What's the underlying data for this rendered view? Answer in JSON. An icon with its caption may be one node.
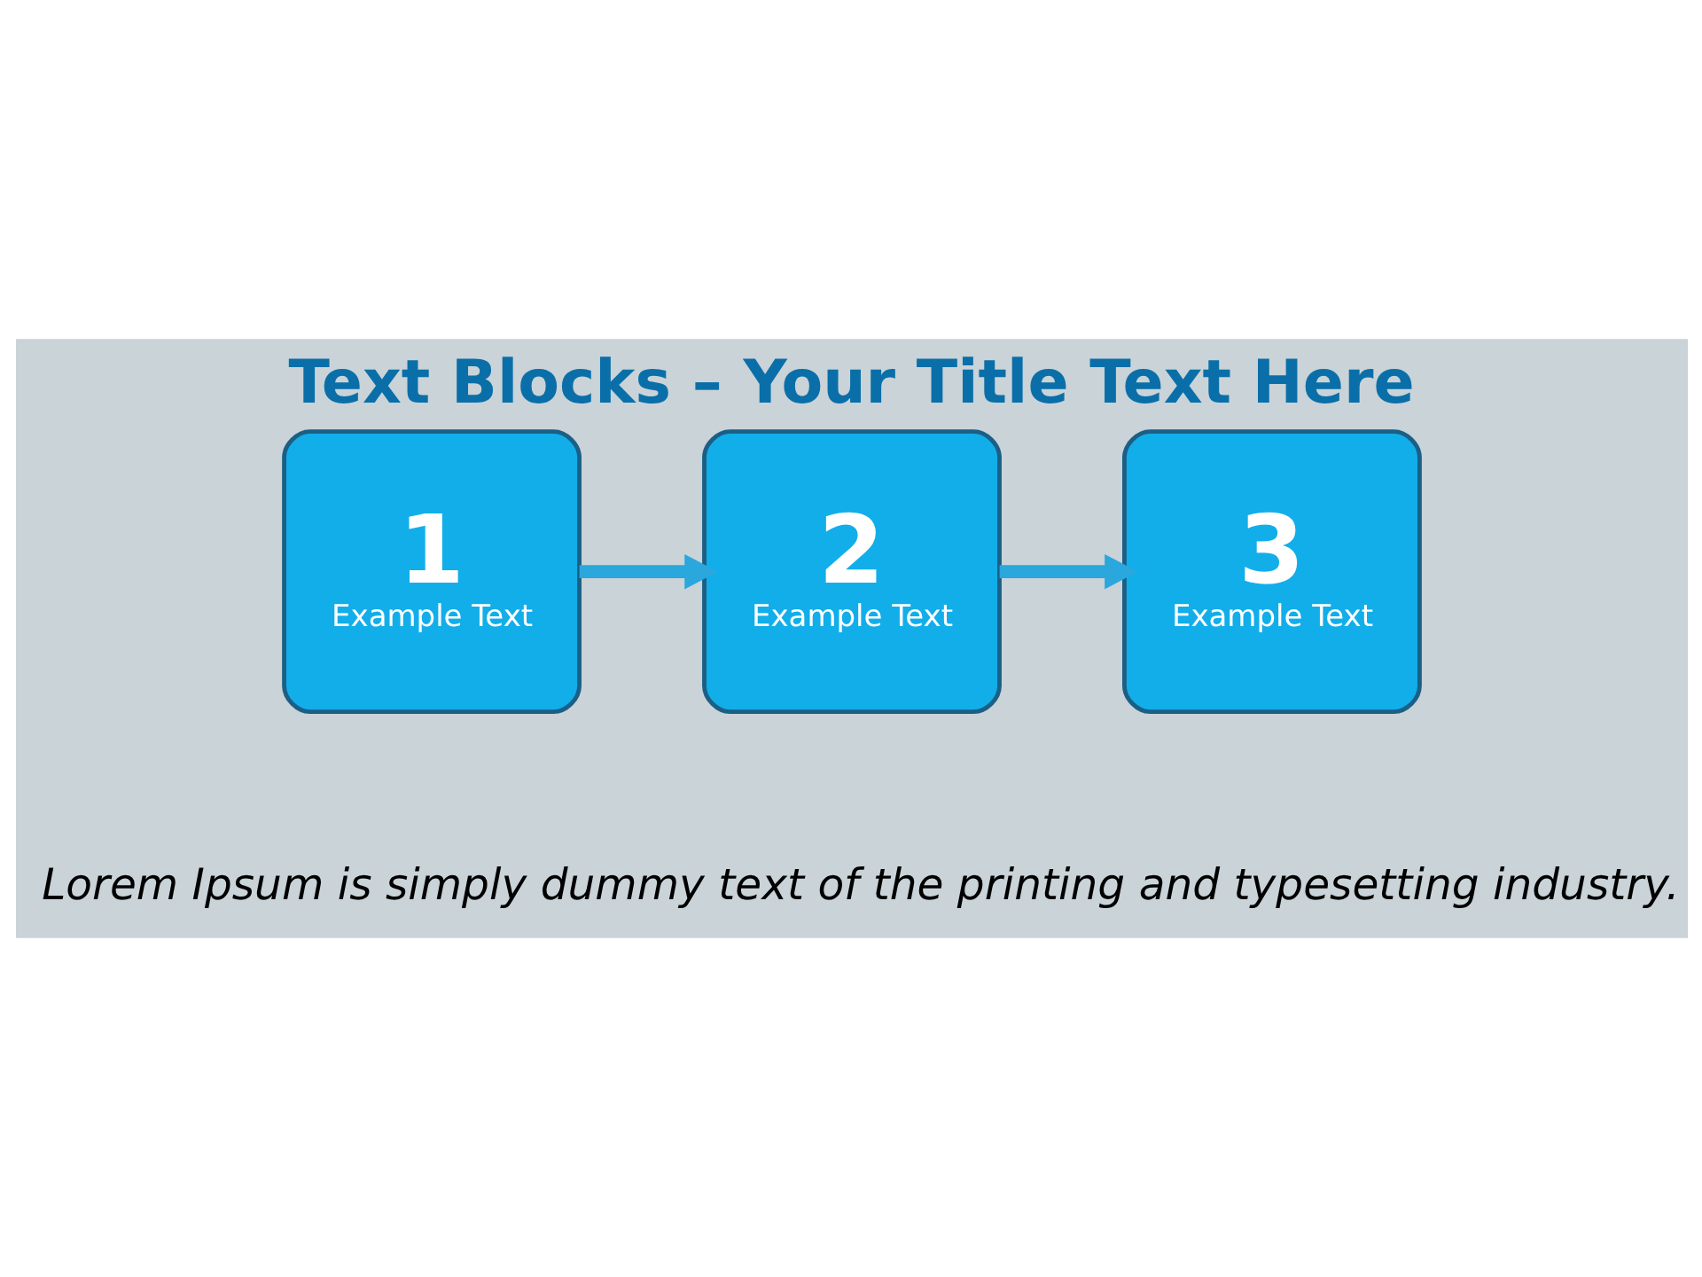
{
  "diagram": {
    "title": "Text Blocks – Your Title Text Here",
    "nodes": [
      {
        "text": [
          "1",
          "Example Text"
        ]
      },
      {
        "text": [
          "2",
          "Example Text"
        ]
      },
      {
        "text": [
          "3",
          "Example Text"
        ]
      }
    ],
    "edges": [
      {
        "from": 0,
        "to": 1,
        "arrow": "to"
      },
      {
        "from": 1,
        "to": 2,
        "arrow": "to"
      }
    ],
    "labels": [
      "Lorem Ipsum is simply dummy text of the printing and typesetting industry."
    ]
  }
}
